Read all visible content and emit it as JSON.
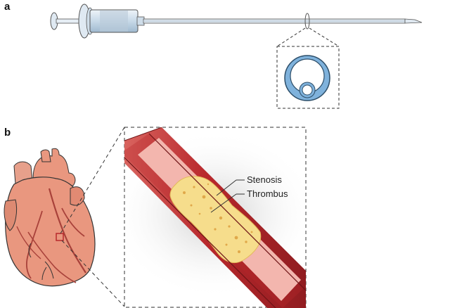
{
  "panels": {
    "a": {
      "letter": "a"
    },
    "b": {
      "letter": "b"
    }
  },
  "callouts": {
    "stenosis": "Stenosis",
    "thrombus": "Thrombus"
  },
  "colors": {
    "vessel": "#b8282c",
    "vessel_highlight": "#d9645f",
    "lumen": "#f3b6ae",
    "thrombus": "#f6dd8c",
    "thrombus_dots": "#e0a84a",
    "heart": "#e9977f",
    "heart_dark": "#c96652",
    "catheter_ring": "#7fb2dc",
    "syringe_body": "#c7d9e8"
  }
}
